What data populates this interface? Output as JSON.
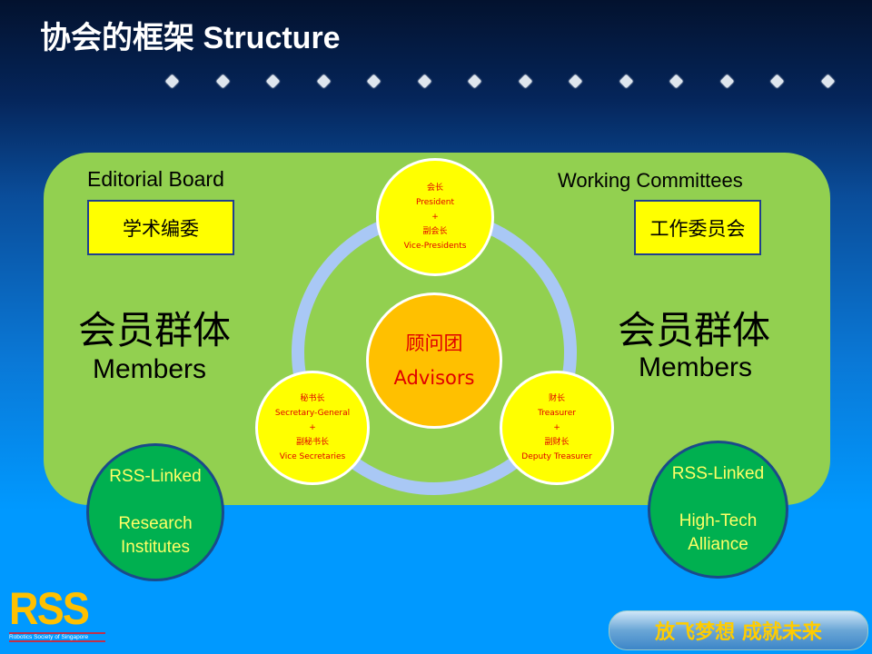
{
  "title": "协会的框架 Structure",
  "left": {
    "heading": "Editorial Board",
    "box": "学术编委",
    "members_cn": "会员群体",
    "members_en": "Members",
    "linked": [
      "RSS-Linked",
      "Research",
      "Institutes"
    ]
  },
  "right": {
    "heading": "Working Committees",
    "box": "工作委员会",
    "members_cn": "会员群体",
    "members_en": "Members",
    "linked": [
      "RSS-Linked",
      "High-Tech",
      "Alliance"
    ]
  },
  "center": {
    "cn": "顾问团",
    "en": "Advisors"
  },
  "top": [
    "会长",
    "President",
    "+",
    "副会长",
    "Vice-Presidents"
  ],
  "bottom_left": [
    "秘书长",
    "Secretary-General",
    "+",
    "副秘书长",
    "Vice Secretaries"
  ],
  "bottom_right": [
    "财长",
    "Treasurer",
    "+",
    "副财长",
    "Deputy Treasurer"
  ],
  "logo": {
    "text": "RSS",
    "sub": "Robotics Society of Singapore"
  },
  "slogan": "放飞梦想 成就未来",
  "colors": {
    "panel": "#92d050",
    "ring": "#a9c8f5",
    "yellow": "#ffff00",
    "advisor": "#ffc000",
    "green": "#00b050"
  }
}
